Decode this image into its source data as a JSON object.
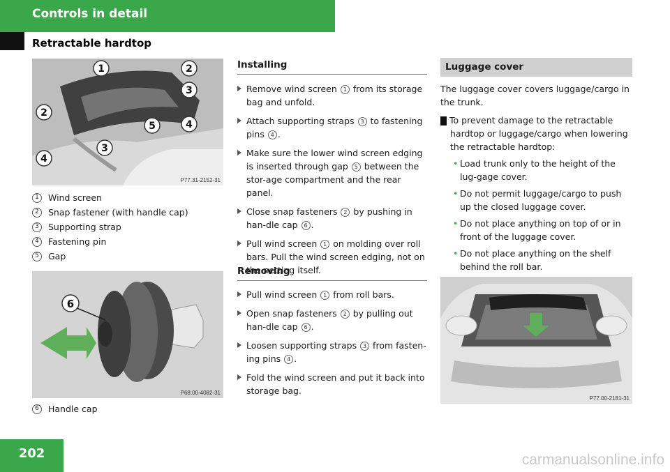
{
  "header": {
    "chapter": "Controls in detail",
    "section": "Retractable hardtop"
  },
  "page_number": "202",
  "watermark": "carmanualsonline.info",
  "figures": {
    "wind_screen": {
      "code": "P77.31-2152-31",
      "callouts": [
        "1",
        "2",
        "3",
        "2",
        "5",
        "4",
        "3",
        "4"
      ]
    },
    "handle_cap": {
      "code": "P68.00-4082-31",
      "callouts": [
        "6"
      ]
    },
    "trunk": {
      "code": "P77.00-2181-31"
    }
  },
  "legend": [
    {
      "num": "1",
      "text": "Wind screen"
    },
    {
      "num": "2",
      "text": "Snap fastener (with handle cap)"
    },
    {
      "num": "3",
      "text": "Supporting strap"
    },
    {
      "num": "4",
      "text": "Fastening pin"
    },
    {
      "num": "5",
      "text": "Gap"
    }
  ],
  "legend2": {
    "num": "6",
    "text": "Handle cap"
  },
  "installing": {
    "title": "Installing",
    "steps": [
      {
        "a": "Remove wind screen ",
        "n1": "1",
        "b": " from its storage bag and unfold."
      },
      {
        "a": "Attach supporting straps ",
        "n1": "3",
        "b": " to fastening pins ",
        "n2": "4",
        "c": "."
      },
      {
        "a": "Make sure the lower wind screen edging is inserted through gap ",
        "n1": "5",
        "b": " between the stor-age compartment and the rear panel."
      },
      {
        "a": "Close snap fasteners ",
        "n1": "2",
        "b": " by pushing in han-dle cap ",
        "n2": "6",
        "c": "."
      },
      {
        "a": "Pull wind screen ",
        "n1": "1",
        "b": " on molding over roll bars. Pull the wind screen edging, not on the netting itself."
      }
    ]
  },
  "removing": {
    "title": "Removing",
    "steps": [
      {
        "a": "Pull wind screen ",
        "n1": "1",
        "b": " from roll bars."
      },
      {
        "a": "Open snap fasteners ",
        "n1": "2",
        "b": " by pulling out han-dle cap ",
        "n2": "6",
        "c": "."
      },
      {
        "a": "Loosen supporting straps ",
        "n1": "3",
        "b": " from fasten-ing pins ",
        "n2": "4",
        "c": "."
      },
      {
        "a": "Fold the wind screen and put it back into storage bag.",
        "b": ""
      }
    ]
  },
  "luggage": {
    "title": "Luggage cover",
    "intro": "The luggage cover covers luggage/cargo in the trunk.",
    "warning_symbol": "!",
    "warning": "To prevent damage to the retractable hardtop or luggage/cargo when lowering the retractable hardtop:",
    "bullets": [
      "Load trunk only to the height of the lug-gage cover.",
      "Do not permit luggage/cargo to push up the closed luggage cover.",
      "Do not place anything on top of or in front of the luggage cover.",
      "Do not place anything on the shelf behind the roll bar."
    ]
  }
}
